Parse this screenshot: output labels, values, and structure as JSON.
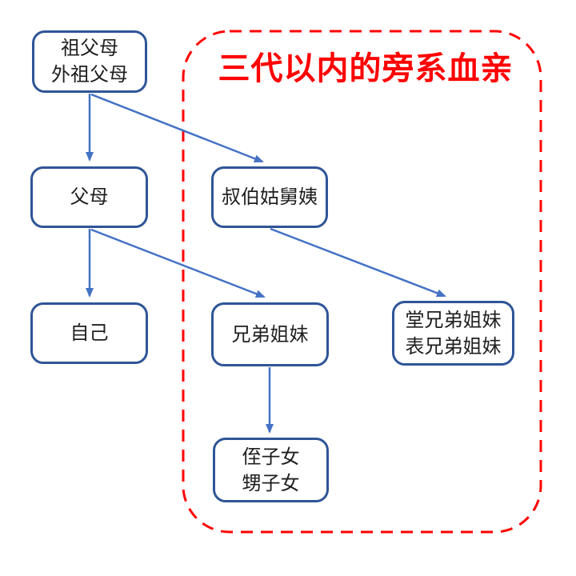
{
  "diagram": {
    "title": "三代以内的旁系血亲",
    "colors": {
      "node_border": "#2F5597",
      "arrow": "#4472C4",
      "scope_border": "#FF0000",
      "title_text": "#FF0000",
      "node_text": "#1F1F1F",
      "background": "#FFFFFF"
    },
    "nodes": {
      "grandparents": {
        "lines": [
          "祖父母",
          "外祖父母"
        ]
      },
      "parents": {
        "lines": [
          "父母"
        ]
      },
      "uncles_aunts": {
        "lines": [
          "叔伯姑舅姨"
        ]
      },
      "self": {
        "lines": [
          "自己"
        ]
      },
      "siblings": {
        "lines": [
          "兄弟姐妹"
        ]
      },
      "cousins": {
        "lines": [
          "堂兄弟姐妹",
          "表兄弟姐妹"
        ]
      },
      "nephews_nieces": {
        "lines": [
          "侄子女",
          "甥子女"
        ]
      }
    },
    "edges": [
      {
        "from": "grandparents",
        "to": "parents"
      },
      {
        "from": "grandparents",
        "to": "uncles_aunts"
      },
      {
        "from": "parents",
        "to": "self"
      },
      {
        "from": "parents",
        "to": "siblings"
      },
      {
        "from": "uncles_aunts",
        "to": "cousins"
      },
      {
        "from": "siblings",
        "to": "nephews_nieces"
      }
    ]
  }
}
